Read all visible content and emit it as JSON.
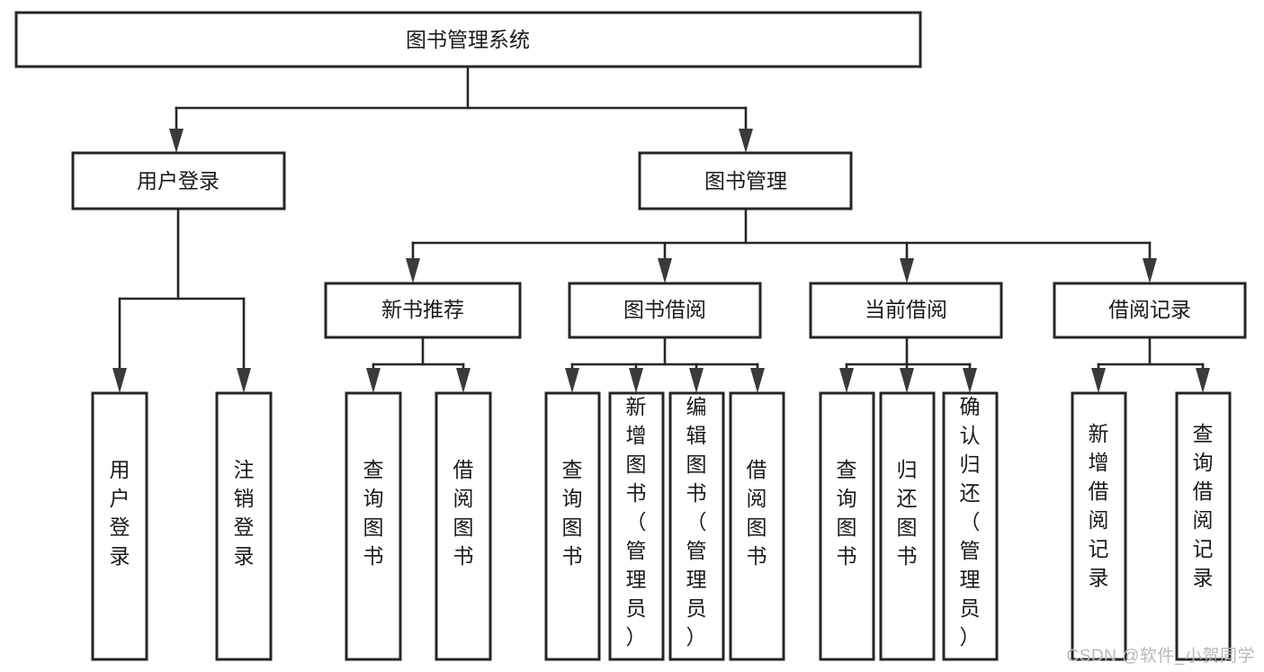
{
  "diagram": {
    "title": "图书管理系统",
    "type": "tree",
    "root": {
      "id": "root",
      "label": "图书管理系统",
      "orientation": "horizontal"
    },
    "level2": [
      {
        "id": "user-login",
        "label": "用户登录",
        "orientation": "horizontal"
      },
      {
        "id": "book-manage",
        "label": "图书管理",
        "orientation": "horizontal"
      }
    ],
    "level3": [
      {
        "id": "new-book-recommend",
        "label": "新书推荐",
        "orientation": "horizontal",
        "parent": "book-manage"
      },
      {
        "id": "book-borrow",
        "label": "图书借阅",
        "orientation": "horizontal",
        "parent": "book-manage"
      },
      {
        "id": "current-borrow",
        "label": "当前借阅",
        "orientation": "horizontal",
        "parent": "book-manage"
      },
      {
        "id": "borrow-record",
        "label": "借阅记录",
        "orientation": "horizontal",
        "parent": "book-manage"
      }
    ],
    "leaves": [
      {
        "id": "leaf-user-login",
        "label": "用户登录",
        "orientation": "vertical",
        "parent": "user-login",
        "chars": [
          "用",
          "户",
          "登",
          "录"
        ]
      },
      {
        "id": "leaf-logout-login",
        "label": "注销登录",
        "orientation": "vertical",
        "parent": "user-login",
        "chars": [
          "注",
          "销",
          "登",
          "录"
        ]
      },
      {
        "id": "leaf-query-book-1",
        "label": "查询图书",
        "orientation": "vertical",
        "parent": "new-book-recommend",
        "chars": [
          "查",
          "询",
          "图",
          "书"
        ]
      },
      {
        "id": "leaf-borrow-book-1",
        "label": "借阅图书",
        "orientation": "vertical",
        "parent": "new-book-recommend",
        "chars": [
          "借",
          "阅",
          "图",
          "书"
        ]
      },
      {
        "id": "leaf-query-book-2",
        "label": "查询图书",
        "orientation": "vertical",
        "parent": "book-borrow",
        "chars": [
          "查",
          "询",
          "图",
          "书"
        ]
      },
      {
        "id": "leaf-add-book-admin",
        "label": "新增图书（管理员）",
        "orientation": "vertical",
        "parent": "book-borrow",
        "chars": [
          "新",
          "增",
          "图",
          "书",
          "（",
          "管",
          "理",
          "员",
          "）"
        ]
      },
      {
        "id": "leaf-edit-book-admin",
        "label": "编辑图书（管理员）",
        "orientation": "vertical",
        "parent": "book-borrow",
        "chars": [
          "编",
          "辑",
          "图",
          "书",
          "（",
          "管",
          "理",
          "员",
          "）"
        ]
      },
      {
        "id": "leaf-borrow-book-2",
        "label": "借阅图书",
        "orientation": "vertical",
        "parent": "book-borrow",
        "chars": [
          "借",
          "阅",
          "图",
          "书"
        ]
      },
      {
        "id": "leaf-query-book-3",
        "label": "查询图书",
        "orientation": "vertical",
        "parent": "current-borrow",
        "chars": [
          "查",
          "询",
          "图",
          "书"
        ]
      },
      {
        "id": "leaf-return-book",
        "label": "归还图书",
        "orientation": "vertical",
        "parent": "current-borrow",
        "chars": [
          "归",
          "还",
          "图",
          "书"
        ]
      },
      {
        "id": "leaf-confirm-return-admin",
        "label": "确认归还（管理员）",
        "orientation": "vertical",
        "parent": "current-borrow",
        "chars": [
          "确",
          "认",
          "归",
          "还",
          "（",
          "管",
          "理",
          "员",
          "）"
        ]
      },
      {
        "id": "leaf-add-borrow-record",
        "label": "新增借阅记录",
        "orientation": "vertical",
        "parent": "borrow-record",
        "chars": [
          "新",
          "增",
          "借",
          "阅",
          "记",
          "录"
        ]
      },
      {
        "id": "leaf-query-borrow-record",
        "label": "查询借阅记录",
        "orientation": "vertical",
        "parent": "borrow-record",
        "chars": [
          "查",
          "询",
          "借",
          "阅",
          "记",
          "录"
        ]
      }
    ],
    "colors": {
      "box_stroke": "#262626",
      "box_fill": "#ffffff",
      "connector": "#262626",
      "text": "#1a1a1a",
      "watermark": "#b9b9b9",
      "background": "#ffffff"
    }
  },
  "watermark": {
    "text": "CSDN @软件_小贺同学"
  }
}
